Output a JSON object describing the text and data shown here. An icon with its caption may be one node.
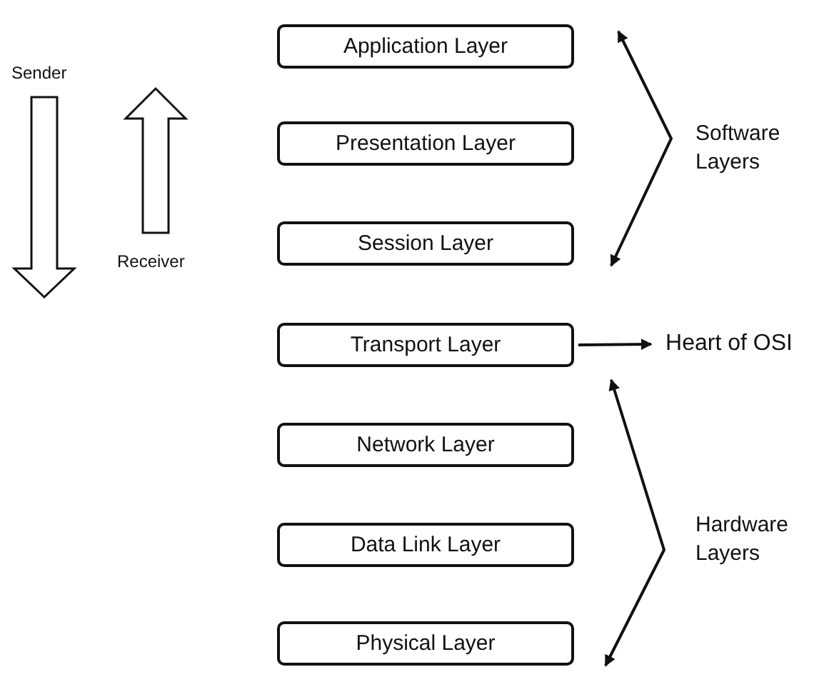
{
  "diagram": {
    "nodes": [
      {
        "text": [
          "Application Layer"
        ]
      },
      {
        "text": [
          "Presentation Layer"
        ]
      },
      {
        "text": [
          "Session Layer"
        ]
      },
      {
        "text": [
          "Transport Layer"
        ]
      },
      {
        "text": [
          "Network Layer"
        ]
      },
      {
        "text": [
          "Data Link Layer"
        ]
      },
      {
        "text": [
          "Physical Layer"
        ]
      },
      {
        "text": [
          "Heart of OSI"
        ]
      }
    ],
    "edges": [
      {
        "from": 3,
        "to": 7,
        "arrow": "to"
      }
    ],
    "labels": [
      "Sender",
      "Receiver",
      "Software Layers",
      "Hardware Layers"
    ]
  }
}
